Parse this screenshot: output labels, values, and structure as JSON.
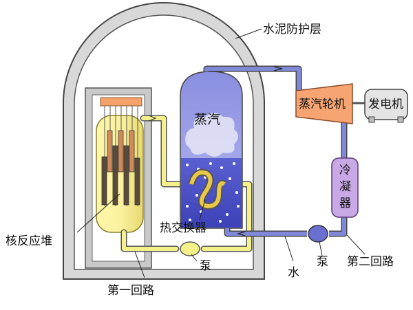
{
  "labels": {
    "containment": "水泥防护层",
    "steam": "蒸汽",
    "turbine": "蒸汽轮机",
    "generator": "发电机",
    "condenser": [
      "冷",
      "凝",
      "器"
    ],
    "heat_exchanger": "热交换器",
    "reactor_core": "核反应堆",
    "pump_primary": "泵",
    "pump_secondary": "泵",
    "water": "水",
    "primary_loop": "第一回路",
    "secondary_loop": "第二回路"
  },
  "colors": {
    "containment_fill": "#d8d8d8",
    "containment_stroke": "#444444",
    "primary_loop": "#f4f08a",
    "secondary_loop": "#8088d8",
    "turbine": "#f6a472",
    "condenser": "#c9a8e6",
    "generator": "#e4e4e4"
  }
}
